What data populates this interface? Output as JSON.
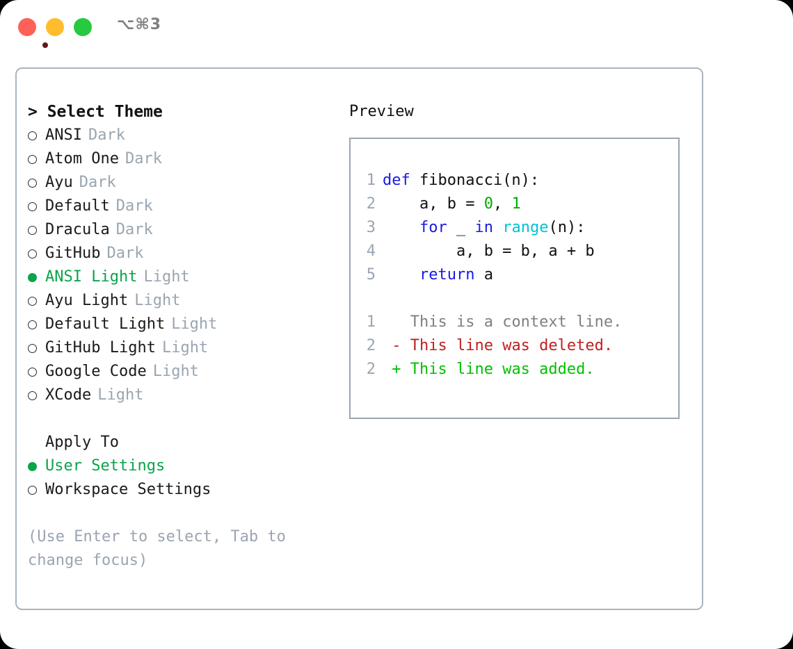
{
  "titlebar": {
    "traffic_lights": [
      {
        "name": "close",
        "color": "#ff6159"
      },
      {
        "name": "minimize",
        "color": "#ffbd2e"
      },
      {
        "name": "maximize",
        "color": "#26c940"
      }
    ],
    "shortcut_label": "⌥⌘3"
  },
  "accent": {
    "green": "#0aa44a",
    "muted": "#9aa5b1",
    "text": "#1a1a1a",
    "border": "#aab4bf"
  },
  "left": {
    "heading": "> Select Theme",
    "themes": [
      {
        "name": "ANSI",
        "variant": "Dark",
        "selected": false
      },
      {
        "name": "Atom One",
        "variant": "Dark",
        "selected": false
      },
      {
        "name": "Ayu",
        "variant": "Dark",
        "selected": false
      },
      {
        "name": "Default",
        "variant": "Dark",
        "selected": false
      },
      {
        "name": "Dracula",
        "variant": "Dark",
        "selected": false
      },
      {
        "name": "GitHub",
        "variant": "Dark",
        "selected": false
      },
      {
        "name": "ANSI Light",
        "variant": "Light",
        "selected": true
      },
      {
        "name": "Ayu Light",
        "variant": "Light",
        "selected": false
      },
      {
        "name": "Default Light",
        "variant": "Light",
        "selected": false
      },
      {
        "name": "GitHub Light",
        "variant": "Light",
        "selected": false
      },
      {
        "name": "Google Code",
        "variant": "Light",
        "selected": false
      },
      {
        "name": "XCode",
        "variant": "Light",
        "selected": false
      }
    ],
    "apply_to": {
      "title": "Apply To",
      "options": [
        {
          "label": "User Settings",
          "selected": true
        },
        {
          "label": "Workspace Settings",
          "selected": false
        }
      ]
    },
    "hint": "(Use Enter to select, Tab to change focus)"
  },
  "right": {
    "title": "Preview",
    "code_lines": [
      {
        "no": "1",
        "tokens": [
          {
            "t": "def ",
            "c": "kw"
          },
          {
            "t": "fibonacci(n):",
            "c": "txt"
          }
        ]
      },
      {
        "no": "2",
        "tokens": [
          {
            "t": "    a, b = ",
            "c": "txt"
          },
          {
            "t": "0",
            "c": "num"
          },
          {
            "t": ", ",
            "c": "txt"
          },
          {
            "t": "1",
            "c": "num"
          }
        ]
      },
      {
        "no": "3",
        "tokens": [
          {
            "t": "    ",
            "c": "txt"
          },
          {
            "t": "for",
            "c": "kw"
          },
          {
            "t": " _ ",
            "c": "txt"
          },
          {
            "t": "in",
            "c": "kw"
          },
          {
            "t": " ",
            "c": "txt"
          },
          {
            "t": "range",
            "c": "fn"
          },
          {
            "t": "(n):",
            "c": "txt"
          }
        ]
      },
      {
        "no": "4",
        "tokens": [
          {
            "t": "        a, b = b, a + b",
            "c": "txt"
          }
        ]
      },
      {
        "no": "5",
        "tokens": [
          {
            "t": "    ",
            "c": "txt"
          },
          {
            "t": "return",
            "c": "kw"
          },
          {
            "t": " a",
            "c": "txt"
          }
        ]
      }
    ],
    "diff_lines": [
      {
        "no": "1",
        "marker": " ",
        "text": " This is a context line.",
        "c": "ctx"
      },
      {
        "no": "2",
        "marker": "-",
        "text": " This line was deleted.",
        "c": "del"
      },
      {
        "no": "2",
        "marker": "+",
        "text": " This line was added.",
        "c": "add"
      }
    ]
  }
}
